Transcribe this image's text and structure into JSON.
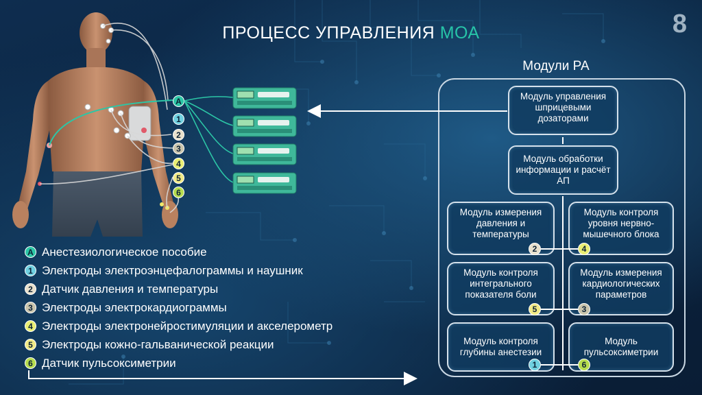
{
  "slide": {
    "title_main": "ПРОЦЕСС УПРАВЛЕНИЯ ",
    "title_accent": "МОА",
    "number": "8"
  },
  "colors": {
    "accent": "#27c4a8",
    "badge_A": "#2cc6a6",
    "badge_1": "#6fd0e0",
    "badge_2": "#e8e0cc",
    "badge_3": "#c9c4ac",
    "badge_4": "#e9ee74",
    "badge_5": "#f1ea86",
    "badge_6": "#b6dc4e"
  },
  "legend": [
    {
      "badge": "A",
      "text": "Анестезиологическое пособие",
      "color": "#2cc6a6"
    },
    {
      "badge": "1",
      "text": "Электроды электроэнцефалограммы и наушник",
      "color": "#6fd0e0"
    },
    {
      "badge": "2",
      "text": "Датчик давления и температуры",
      "color": "#e8e0cc"
    },
    {
      "badge": "3",
      "text": "Электроды электрокардиограммы",
      "color": "#c9c4ac"
    },
    {
      "badge": "4",
      "text": "Электроды электронейростимуляции и акселерометр",
      "color": "#e9ee74"
    },
    {
      "badge": "5",
      "text": "Электроды кожно-гальванической реакции",
      "color": "#f1ea86"
    },
    {
      "badge": "6",
      "text": "Датчик пульсоксиметрии",
      "color": "#b6dc4e"
    }
  ],
  "electrode_labels": [
    "A",
    "1",
    "2",
    "3",
    "4",
    "5",
    "6"
  ],
  "modules_title": "Модули РА",
  "modules": {
    "syringe": "Модуль управления шприцевыми дозаторами",
    "processing": "Модуль обработки информации и расчёт АП",
    "pressure": "Модуль измерения давления и температуры",
    "pressure_badge": "2",
    "nmb": "Модуль контроля уровня нервно-мышечного блока",
    "nmb_badge": "4",
    "pain": "Модуль контроля интегрального показателя боли",
    "pain_badge": "5",
    "cardio": "Модуль измерения кардиологических параметров",
    "cardio_badge": "3",
    "depth": "Модуль контроля глубины анестезии",
    "depth_badge": "1",
    "pulse": "Модуль пульсоксиметрии",
    "pulse_badge": "6"
  },
  "icons": {
    "pump": "syringe-pump-icon",
    "person": "patient-figure"
  }
}
